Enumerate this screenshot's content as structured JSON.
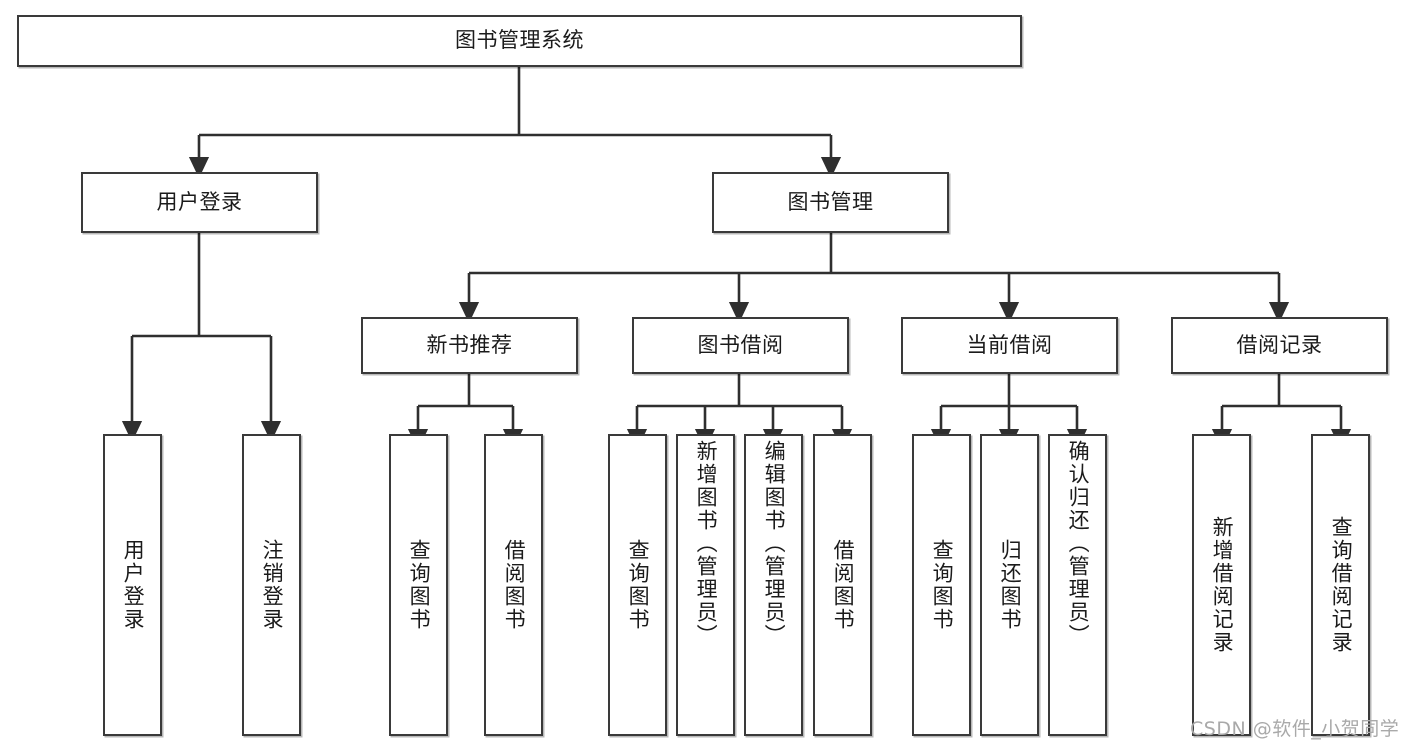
{
  "diagram": {
    "type": "tree",
    "title": "图书管理系统",
    "root": {
      "label": "图书管理系统"
    },
    "level2": [
      {
        "id": "user-login",
        "label": "用户登录"
      },
      {
        "id": "book-management",
        "label": "图书管理"
      }
    ],
    "level3": [
      {
        "id": "new-book-recommend",
        "label": "新书推荐",
        "parent": "book-management"
      },
      {
        "id": "book-borrow",
        "label": "图书借阅",
        "parent": "book-management"
      },
      {
        "id": "current-borrow",
        "label": "当前借阅",
        "parent": "book-management"
      },
      {
        "id": "borrow-record",
        "label": "借阅记录",
        "parent": "book-management"
      }
    ],
    "leaves": [
      {
        "id": "leaf-user-login",
        "label": "用户登录",
        "parent": "user-login",
        "align": "centred"
      },
      {
        "id": "leaf-logout",
        "label": "注销登录",
        "parent": "user-login",
        "align": "centred"
      },
      {
        "id": "leaf-query-book-1",
        "label": "查询图书",
        "parent": "new-book-recommend",
        "align": "centred"
      },
      {
        "id": "leaf-borrow-book-1",
        "label": "借阅图书",
        "parent": "new-book-recommend",
        "align": "centred"
      },
      {
        "id": "leaf-query-book-2",
        "label": "查询图书",
        "parent": "book-borrow",
        "align": "centred"
      },
      {
        "id": "leaf-add-book",
        "label": "新增图书（管理员）",
        "parent": "book-borrow",
        "align": "top"
      },
      {
        "id": "leaf-edit-book",
        "label": "编辑图书（管理员）",
        "parent": "book-borrow",
        "align": "top"
      },
      {
        "id": "leaf-borrow-book-2",
        "label": "借阅图书",
        "parent": "book-borrow",
        "align": "centred"
      },
      {
        "id": "leaf-query-book-3",
        "label": "查询图书",
        "parent": "current-borrow",
        "align": "centred"
      },
      {
        "id": "leaf-return-book",
        "label": "归还图书",
        "parent": "current-borrow",
        "align": "centred"
      },
      {
        "id": "leaf-confirm-return",
        "label": "确认归还（管理员）",
        "parent": "current-borrow",
        "align": "top"
      },
      {
        "id": "leaf-add-record",
        "label": "新增借阅记录",
        "parent": "borrow-record",
        "align": "centred"
      },
      {
        "id": "leaf-query-record",
        "label": "查询借阅记录",
        "parent": "borrow-record",
        "align": "centred"
      }
    ]
  },
  "watermark": {
    "text": "CSDN @软件_小贺同学"
  },
  "colors": {
    "stroke": "#3a3a3a",
    "fill": "#ffffff",
    "text": "#1b1b1b",
    "watermark": "#a9a9a9"
  }
}
